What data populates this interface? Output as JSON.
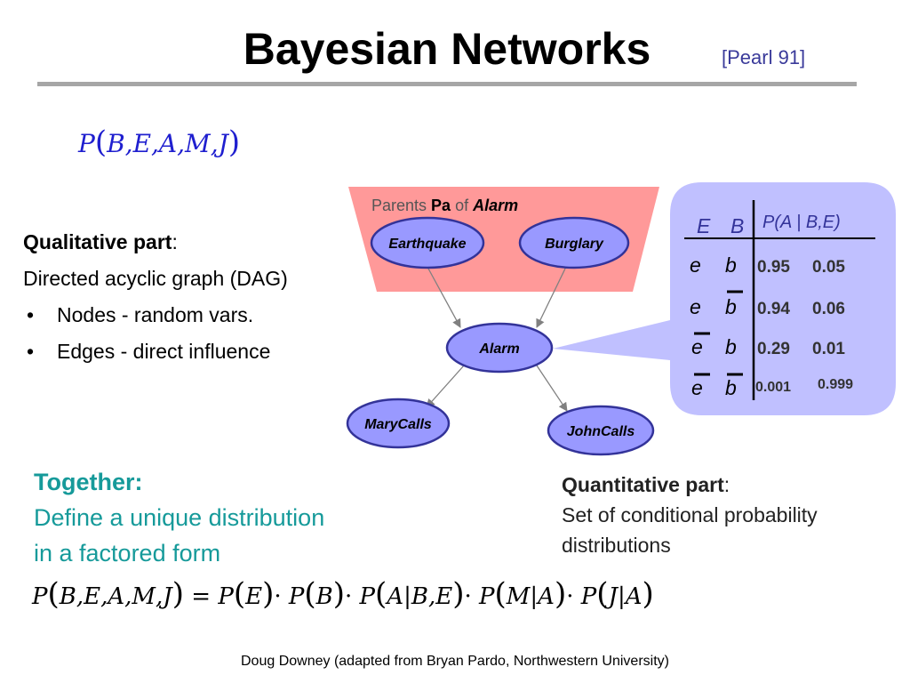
{
  "slide": {
    "title": "Bayesian Networks",
    "citation": "[Pearl 91]",
    "joint_notation": {
      "p": "P",
      "vars": "B,E,A,M,J"
    },
    "qualitative": {
      "heading": "Qualitative part",
      "colon": ":",
      "subheading": "Directed acyclic graph (DAG)",
      "bullets": [
        "Nodes - random vars.",
        "Edges - direct influence"
      ]
    },
    "parents_label": {
      "prefix": "Parents ",
      "pa": "Pa",
      "of": " of ",
      "alarm": "Alarm"
    },
    "nodes": {
      "earthquake": "Earthquake",
      "burglary": "Burglary",
      "alarm": "Alarm",
      "marycalls": "MaryCalls",
      "johncalls": "JohnCalls"
    },
    "cpt": {
      "headers": [
        "E",
        "B",
        "P(A | B,E)"
      ],
      "rows": [
        {
          "e": "e",
          "b": "b",
          "p1": "0.95",
          "p2": "0.05"
        },
        {
          "e": "e",
          "b": "b",
          "p1": "0.94",
          "p2": "0.06"
        },
        {
          "e": "e",
          "b": "b",
          "p1": "0.29",
          "p2": "0.01"
        },
        {
          "e": "e",
          "b": "b",
          "p1": "0.001",
          "p2": "0.999"
        }
      ]
    },
    "together": {
      "heading": "Together:",
      "line1": "Define a unique distribution",
      "line2": "in a factored form"
    },
    "quantitative": {
      "heading": "Quantitative part",
      "colon": ":",
      "line1": "Set of conditional probability",
      "line2": "distributions"
    },
    "factorization": {
      "lhs_p": "P",
      "lhs_vars": "B,E,A,M,J",
      "eq": "=",
      "dot": "·",
      "t1_p": "P",
      "t1_v": "E",
      "t2_p": "P",
      "t2_v": "B",
      "t3_p": "P",
      "t3_a": "A",
      "t3_bar": "|",
      "t3_g": "B,E",
      "t4_p": "P",
      "t4_a": "M",
      "t4_bar": "|",
      "t4_g": "A",
      "t5_p": "P",
      "t5_a": "J",
      "t5_bar": "|",
      "t5_g": "A"
    },
    "footer": "Doug Downey (adapted from Bryan Pardo, Northwestern University)",
    "colors": {
      "parents_box": "#ff9999",
      "node_fill": "#9999ff",
      "node_stroke": "#333399",
      "cpt_bubble": "#c0c0ff",
      "text_blue": "#1f1fcf",
      "text_teal": "#169a9a"
    }
  }
}
